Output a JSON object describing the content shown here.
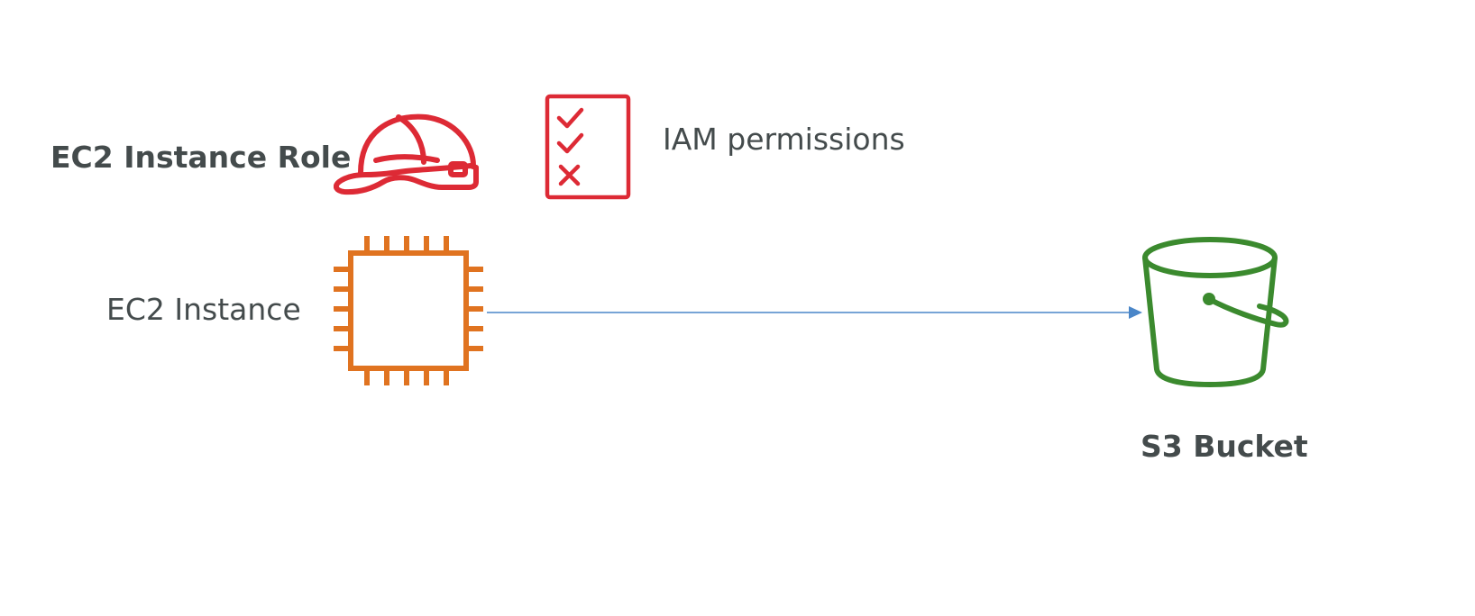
{
  "labels": {
    "role": "EC2 Instance Role",
    "permissions": "IAM permissions",
    "instance": "EC2 Instance",
    "bucket": "S3 Bucket"
  },
  "icons": {
    "role": "hard-hat-icon",
    "permissions": "checklist-icon",
    "instance": "chip-icon",
    "bucket": "bucket-icon"
  },
  "colors": {
    "text": "#444b4c",
    "role": "#dd2a35",
    "instance": "#e07320",
    "bucket": "#3b8a2e",
    "arrow": "#4a86c8"
  },
  "connections": [
    {
      "from": "EC2 Instance",
      "to": "S3 Bucket"
    }
  ]
}
